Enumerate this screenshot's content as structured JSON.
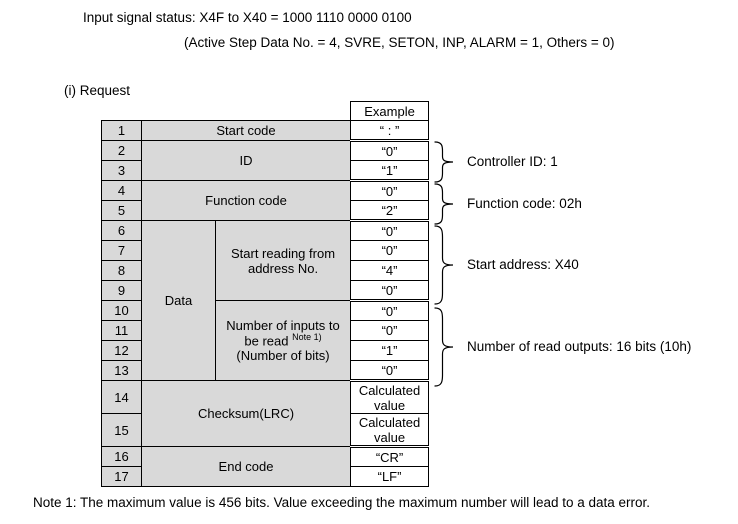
{
  "heading": {
    "line1": "Input signal status: X4F to X40 = 1000 1110 0000 0100",
    "line2": "(Active Step Data No. = 4, SVRE, SETON, INP, ALARM = 1, Others = 0)",
    "request_label": "(i) Request"
  },
  "table": {
    "example_header": "Example",
    "row_numbers": [
      "1",
      "2",
      "3",
      "4",
      "5",
      "6",
      "7",
      "8",
      "9",
      "10",
      "11",
      "12",
      "13",
      "14",
      "15",
      "16",
      "17"
    ],
    "labels": {
      "start_code": "Start code",
      "id": "ID",
      "function_code": "Function code",
      "data": "Data",
      "start_reading_line1": "Start reading from",
      "start_reading_line2": "address No.",
      "num_inputs_line1": "Number of inputs to",
      "num_inputs_line2": "be read",
      "num_inputs_note_ref": "Note 1)",
      "num_inputs_line3": "(Number of bits)",
      "checksum": "Checksum(LRC)",
      "end_code": "End code"
    },
    "examples": [
      "“ : ”",
      "“0”",
      "“1”",
      "“0”",
      "“2”",
      "“0”",
      "“0”",
      "“4”",
      "“0”",
      "“0”",
      "“0”",
      "“1”",
      "“0”",
      "Calculated value",
      "Calculated value",
      "“CR”",
      "“LF”"
    ]
  },
  "annotations": [
    {
      "label": "Controller ID: 1"
    },
    {
      "label": "Function code: 02h"
    },
    {
      "label": "Start address: X40"
    },
    {
      "label": "Number of read outputs: 16 bits (10h)"
    }
  ],
  "note": "Note 1: The maximum value is 456 bits. Value exceeding the maximum number will lead to a data error."
}
